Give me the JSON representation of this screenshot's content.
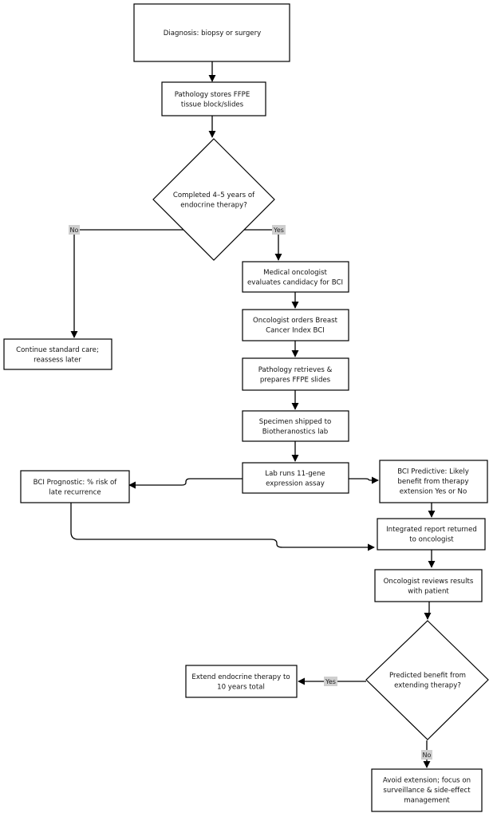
{
  "nodes": {
    "diagnosis": [
      "Diagnosis: biopsy or surgery"
    ],
    "pathology_stores": [
      "Pathology stores FFPE",
      "tissue block/slides"
    ],
    "completed_therapy": [
      "Completed 4–5 years of",
      "endocrine therapy?"
    ],
    "continue_care": [
      "Continue standard care;",
      "reassess later"
    ],
    "oncologist_evaluates": [
      "Medical oncologist",
      "evaluates candidacy for BCI"
    ],
    "oncologist_orders": [
      "Oncologist orders Breast",
      "Cancer Index BCI"
    ],
    "pathology_retrieves": [
      "Pathology retrieves &",
      "prepares FFPE slides"
    ],
    "specimen_shipped": [
      "Specimen shipped to",
      "Biotheranostics lab"
    ],
    "lab_assay": [
      "Lab runs 11-gene",
      "expression assay"
    ],
    "bci_prognostic": [
      "BCI Prognostic: % risk of",
      "late recurrence"
    ],
    "bci_predictive": [
      "BCI Predictive: Likely",
      "benefit from therapy",
      "extension Yes or No"
    ],
    "integrated_report": [
      "Integrated report returned",
      "to oncologist"
    ],
    "review_results": [
      "Oncologist reviews results",
      "with patient"
    ],
    "predicted_benefit": [
      "Predicted benefit from",
      "extending therapy?"
    ],
    "extend_therapy": [
      "Extend endocrine therapy to",
      "10 years total"
    ],
    "avoid_extension": [
      "Avoid extension; focus on",
      "surveillance & side-effect",
      "management"
    ]
  },
  "edge_labels": {
    "no_1": "No",
    "yes_1": "Yes",
    "yes_2": "Yes",
    "no_2": "No"
  }
}
